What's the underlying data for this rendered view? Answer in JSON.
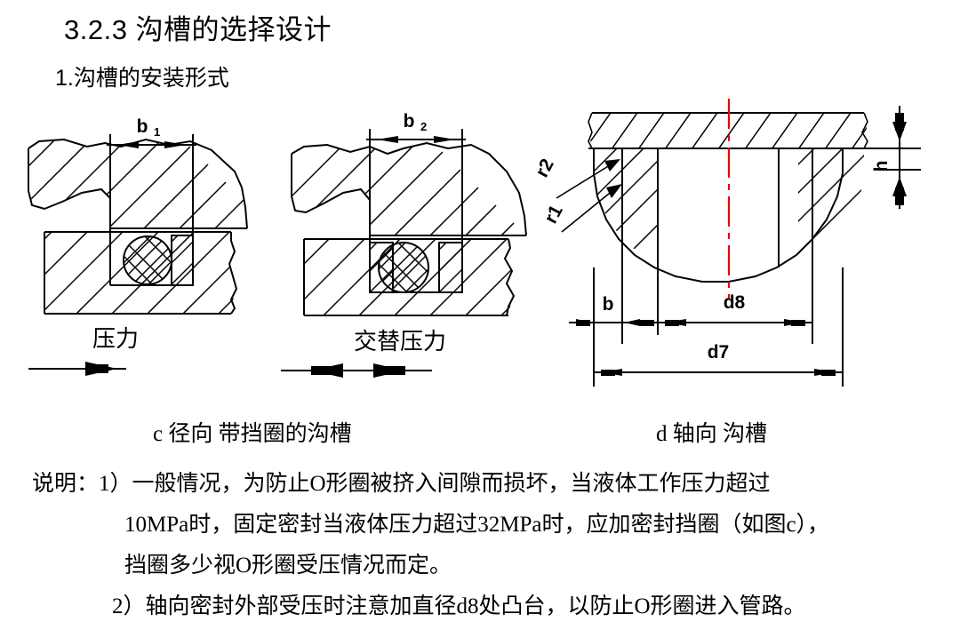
{
  "slide": {
    "heading": "3.2.3 沟槽的选择设计",
    "subheading": "1.沟槽的安装形式"
  },
  "figures": {
    "radial_single": {
      "name": "径向带挡圈沟槽(单向压力)",
      "dimension_label": "b",
      "dimension_subscript": "1",
      "pressure_label": "压力",
      "arrow_count": 1
    },
    "radial_alternating": {
      "name": "径向带挡圈沟槽(交替压力)",
      "dimension_label": "b",
      "dimension_subscript": "2",
      "pressure_label": "交替压力",
      "arrow_count": 2
    },
    "axial": {
      "name": "轴向沟槽",
      "radius_label_outer": "r2",
      "radius_label_inner": "r1",
      "width_label": "b",
      "inner_diameter_label": "d8",
      "outer_diameter_label": "d7",
      "depth_label": "h",
      "centerline_color": "#ee0000"
    }
  },
  "captions": {
    "c": "c 径向 带挡圈的沟槽",
    "d": "d 轴向 沟槽"
  },
  "notes": {
    "line1": "说明：1）一般情况，为防止O形圈被挤入间隙而损坏，当液体工作压力超过",
    "line2": "10MPa时，固定密封当液体压力超过32MPa时，应加密封挡圈（如图c），",
    "line3": "挡圈多少视O形圈受压情况而定。",
    "line4": "2）轴向密封外部受压时注意加直径d8处凸台，以防止O形圈进入管路。"
  }
}
